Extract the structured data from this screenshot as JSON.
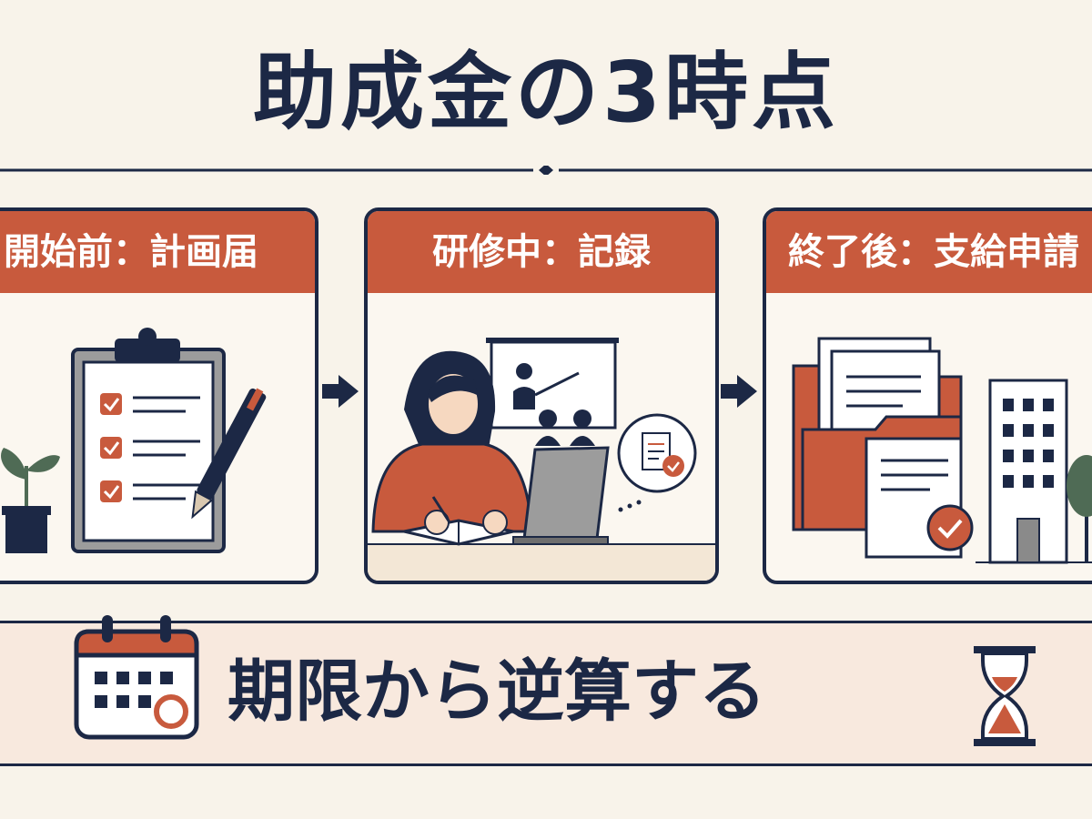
{
  "title": "助成金の3時点",
  "steps": [
    {
      "label": "開始前：計画届",
      "icon": "clipboard-checklist-pen-icon"
    },
    {
      "label": "研修中：記録",
      "icon": "trainee-laptop-presentation-icon"
    },
    {
      "label": "終了後：支給申請",
      "icon": "folder-documents-building-icon"
    }
  ],
  "arrows": [
    "arrow-right-icon",
    "arrow-right-icon"
  ],
  "bottom": {
    "text": "期限から逆算する",
    "left_icon": "calendar-icon",
    "right_icon": "hourglass-icon"
  },
  "colors": {
    "navy": "#1c2845",
    "accent": "#c85a3d",
    "background": "#f8f3ea",
    "band": "#f8e9de"
  }
}
